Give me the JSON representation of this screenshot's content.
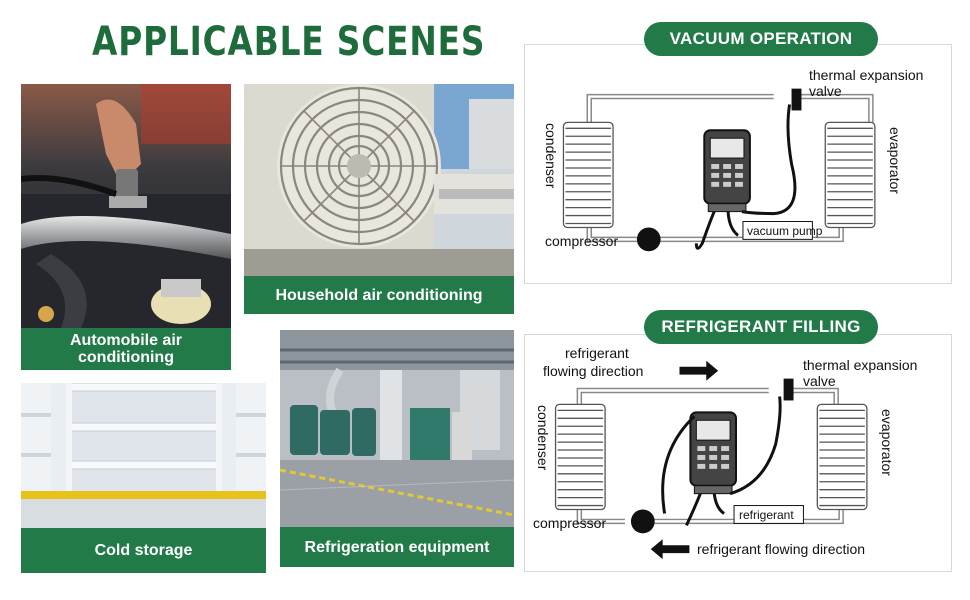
{
  "headline": "APPLICABLE SCENES",
  "scenes": [
    {
      "caption_line1": "Automobile air",
      "caption_line2": "conditioning"
    },
    {
      "caption": "Household air conditioning"
    },
    {
      "caption": "Cold storage"
    },
    {
      "caption": "Refrigeration equipment"
    }
  ],
  "vacuum_operation": {
    "title": "VACUUM OPERATION",
    "condenser": "condenser",
    "evaporator": "evaporator",
    "valve_line1": "thermal expansion",
    "valve_line2": "valve",
    "compressor": "compressor",
    "pump": "vacuum pump"
  },
  "refrigerant_filling": {
    "title": "REFRIGERANT FILLING",
    "flow_line1": "refrigerant",
    "flow_line2": "flowing direction",
    "valve_line1": "thermal expansion",
    "valve_line2": "valve",
    "condenser": "condenser",
    "evaporator": "evaporator",
    "compressor": "compressor",
    "refrigerant_box": "refrigerant",
    "bottom_flow": "refrigerant flowing direction"
  }
}
